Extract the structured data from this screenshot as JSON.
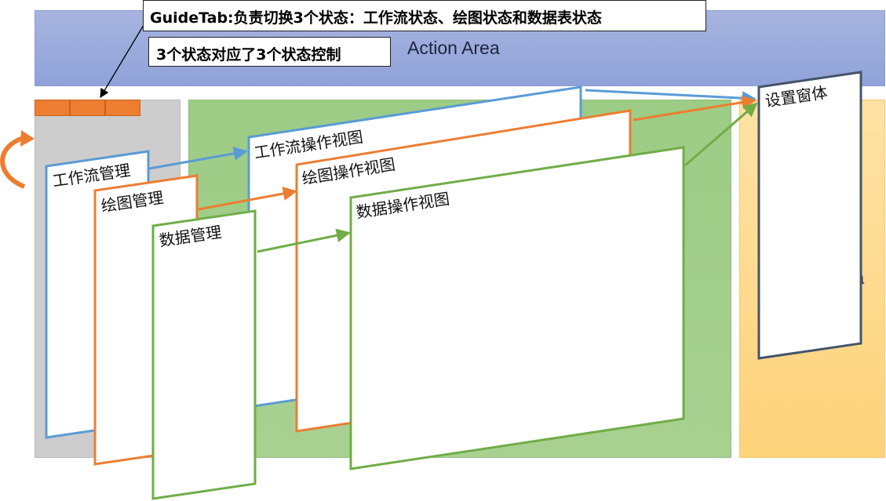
{
  "callouts": {
    "guidetab": "GuideTab:负责切换3个状态：工作流状态、绘图状态和数据表状态",
    "states": "3个状态对应了3个状态控制"
  },
  "areas": {
    "action": "Action Area",
    "settings_clipped_text": "a"
  },
  "managers": {
    "workflow": "工作流管理",
    "drawing": "绘图管理",
    "data": "数据管理"
  },
  "views": {
    "workflow": "工作流操作视图",
    "drawing": "绘图操作视图",
    "data": "数据操作视图"
  },
  "settings_window": "设置窗体",
  "colors": {
    "workflow": "#5b9bd5",
    "drawing": "#ed7d31",
    "data": "#70ad47",
    "settings": "#44546a",
    "tab": "#ed7d31"
  }
}
